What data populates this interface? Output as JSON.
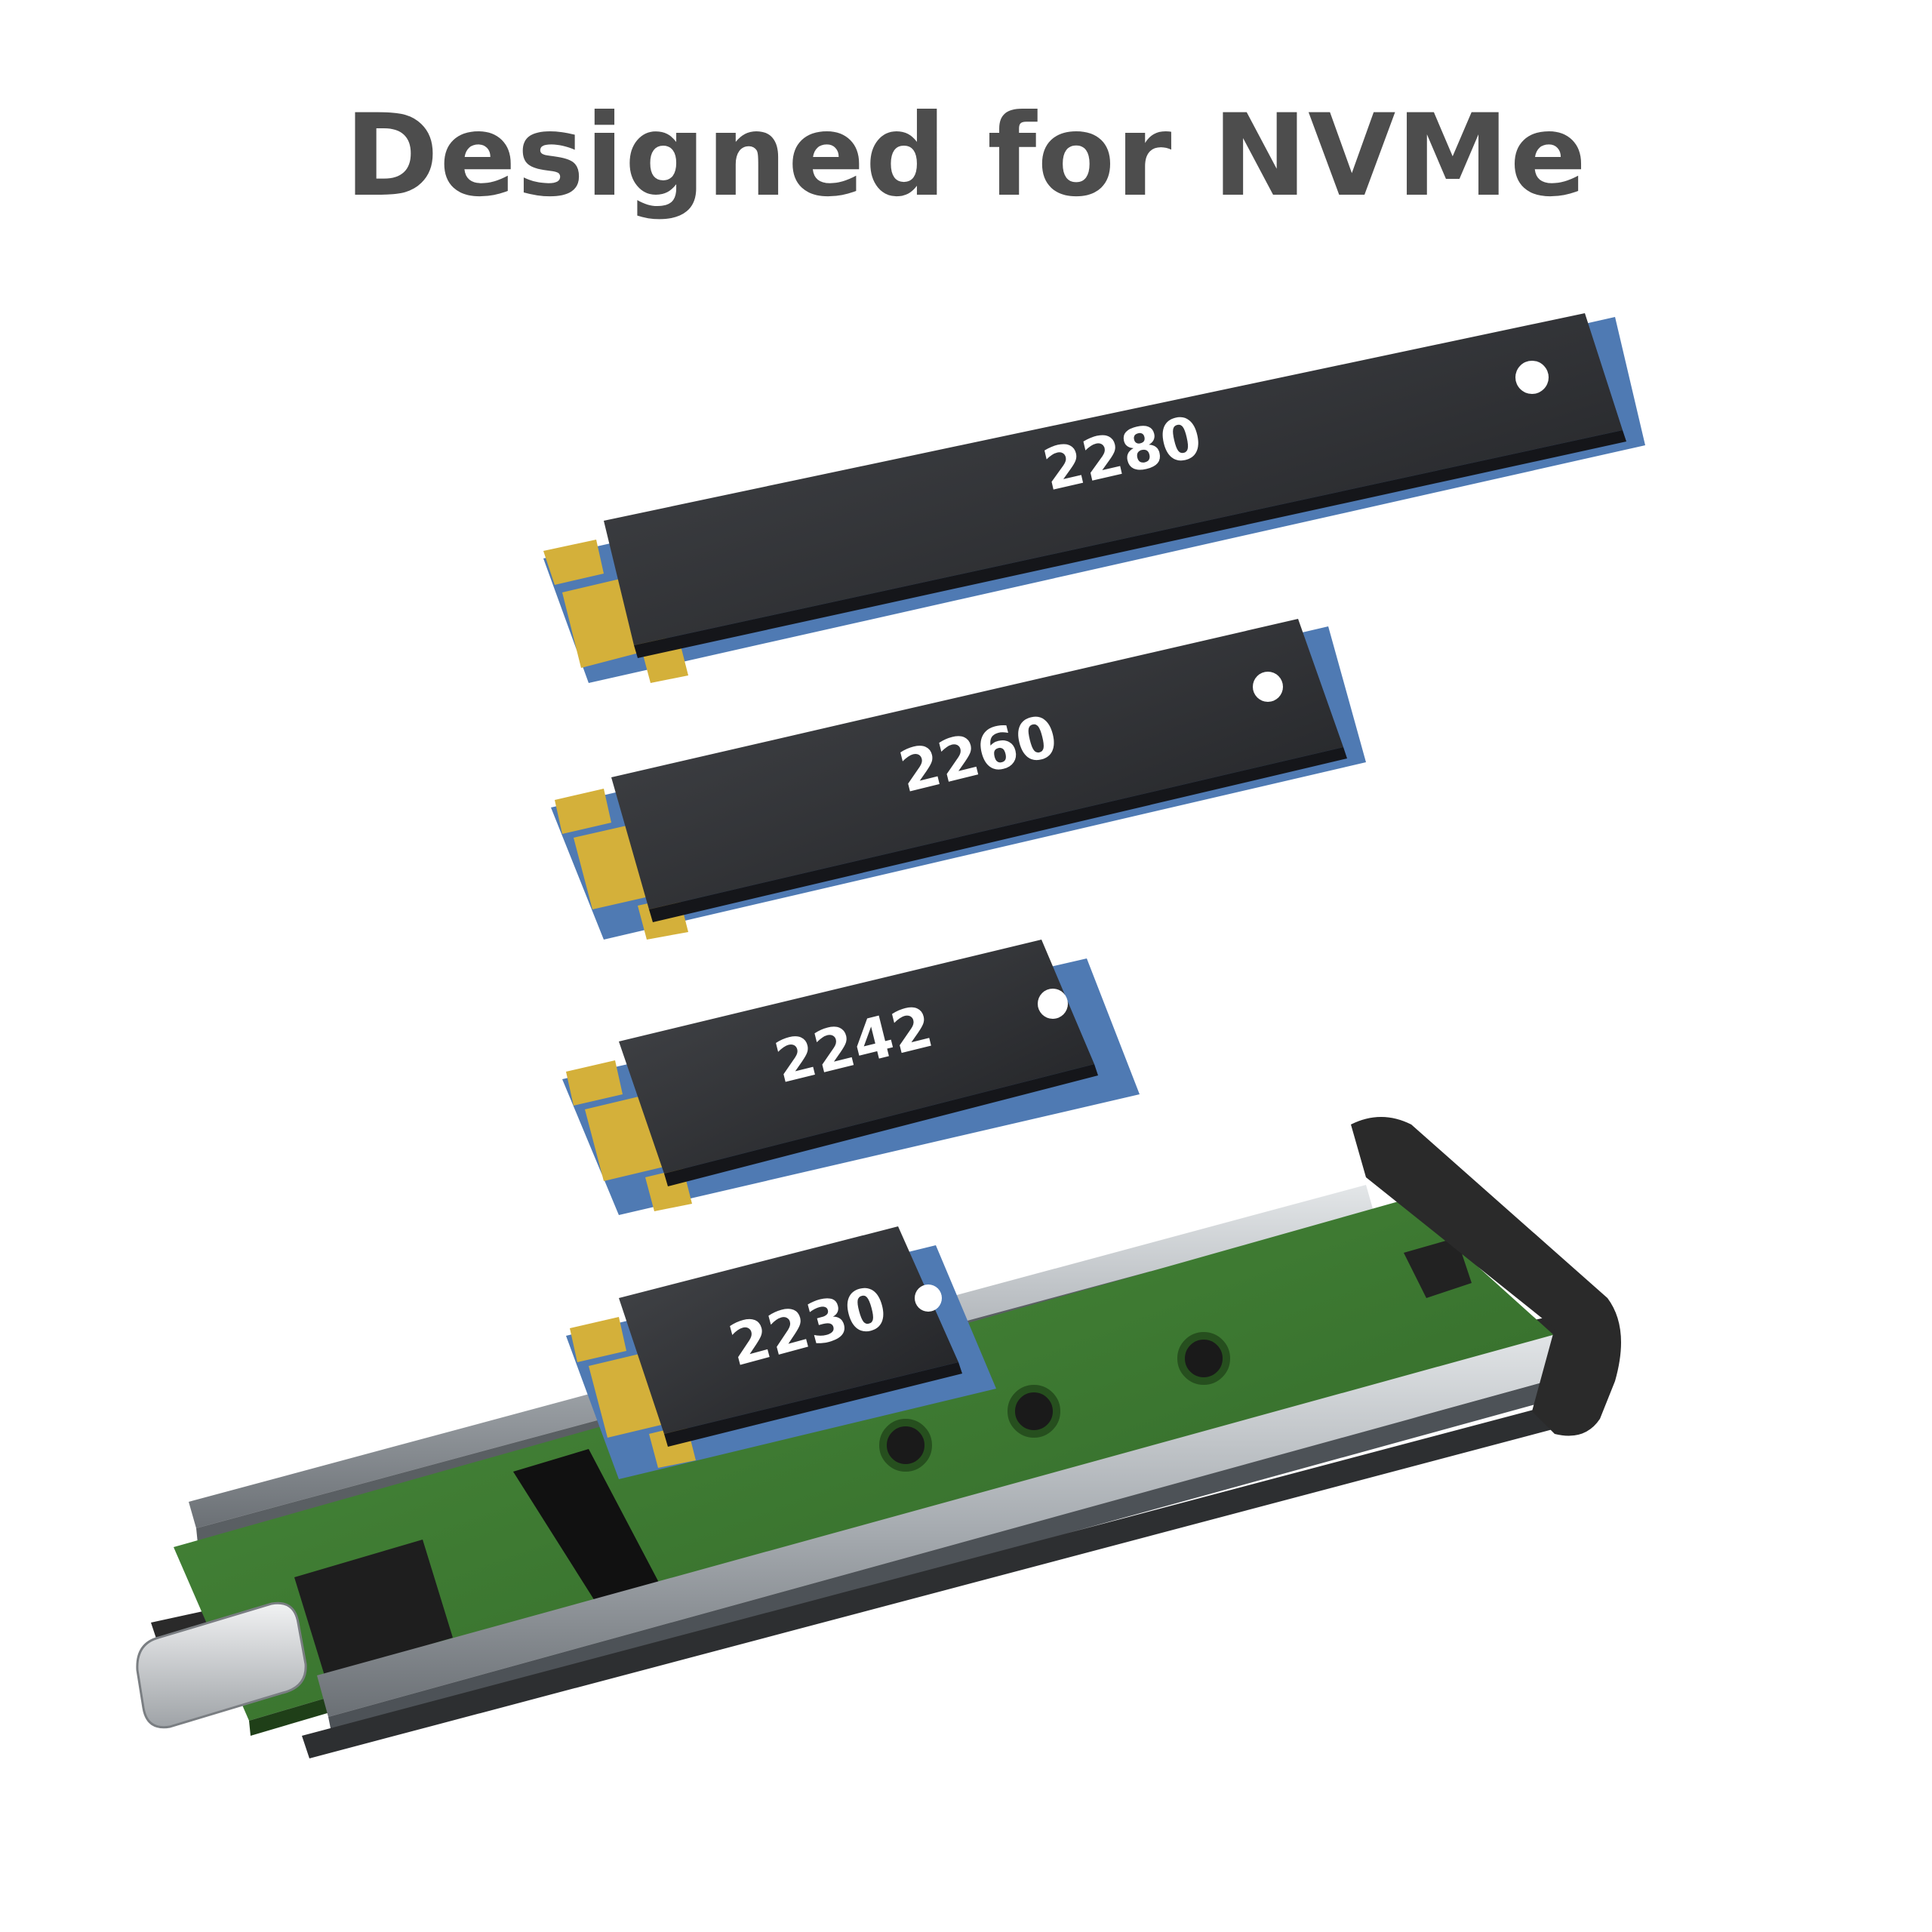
{
  "title": "Designed for NVMe",
  "drives": [
    {
      "label": "2280"
    },
    {
      "label": "2260"
    },
    {
      "label": "2242"
    },
    {
      "label": "2230"
    }
  ],
  "colors": {
    "title": "#4d4d4d",
    "drive_top": "#2e2f32",
    "drive_board": "#4f7ab3",
    "gold": "#d4b03a",
    "pcb": "#3f7b32",
    "rail": "#b8bcc0",
    "enclosure_dark": "#2a2a2a"
  }
}
